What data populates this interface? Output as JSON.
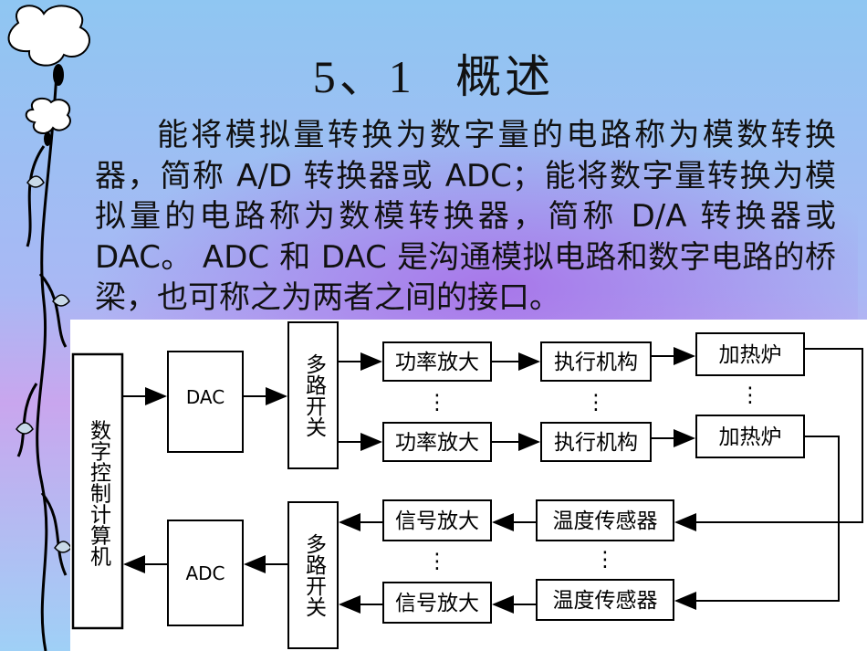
{
  "title": {
    "number": "5、1",
    "text": "概述"
  },
  "paragraph": "能将模拟量转换为数字量的电路称为模数转换器，简称 A/D 转换器或 ADC；能将数字量转换为模拟量的电路称为数模转换器，简称 D/A 转换器或 DAC。 ADC 和 DAC 是沟通模拟电路和数字电路的桥梁，也可称之为两者之间的接口。",
  "diagram": {
    "computer": "数字控制计算机",
    "dac": "DAC",
    "adc": "ADC",
    "mux_top": "多路开关",
    "mux_bottom": "多路开关",
    "power_amp": "功率放大",
    "actuator": "执行机构",
    "furnace": "加热炉",
    "signal_amp": "信号放大",
    "temp_sensor": "温度传感器",
    "ellipsis": "⋮"
  },
  "colors": {
    "background_top": "#8fc6f2",
    "background_glow": "#a860e6",
    "diagram_bg": "#ffffff"
  }
}
